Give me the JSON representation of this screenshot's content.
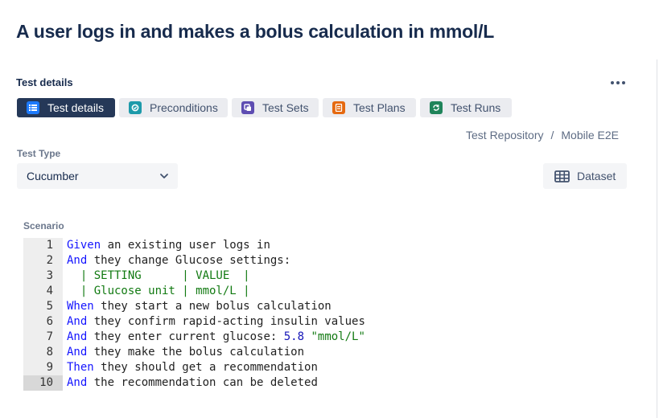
{
  "page": {
    "title": "A user logs in and makes a bolus calculation in mmol/L"
  },
  "section": {
    "title": "Test details",
    "more_icon": "more-horizontal-icon"
  },
  "tabs": [
    {
      "label": "Test details",
      "icon": "list-icon",
      "active": true,
      "color": "#1d7afc"
    },
    {
      "label": "Preconditions",
      "icon": "preconditions-icon",
      "active": false,
      "color": "#1d9aaa"
    },
    {
      "label": "Test Sets",
      "icon": "test-sets-icon",
      "active": false,
      "color": "#5e4db2"
    },
    {
      "label": "Test Plans",
      "icon": "test-plans-icon",
      "active": false,
      "color": "#e56910"
    },
    {
      "label": "Test Runs",
      "icon": "test-runs-icon",
      "active": false,
      "color": "#1f845a"
    }
  ],
  "breadcrumb": {
    "items": [
      "Test Repository",
      "Mobile E2E"
    ],
    "separator": "/"
  },
  "test_type": {
    "label": "Test Type",
    "value": "Cucumber"
  },
  "dataset": {
    "label": "Dataset",
    "icon": "table-grid-icon"
  },
  "scenario": {
    "label": "Scenario",
    "current_line": 10,
    "lines": [
      {
        "n": "1",
        "tokens": [
          {
            "t": "Given",
            "c": "kw"
          },
          {
            "t": " an existing user logs in",
            "c": ""
          }
        ]
      },
      {
        "n": "2",
        "tokens": [
          {
            "t": "And",
            "c": "kw"
          },
          {
            "t": " they change Glucose settings:",
            "c": ""
          }
        ]
      },
      {
        "n": "3",
        "tokens": [
          {
            "t": "  | SETTING      | VALUE  |",
            "c": "tbl"
          }
        ]
      },
      {
        "n": "4",
        "tokens": [
          {
            "t": "  | Glucose unit | mmol/L |",
            "c": "tbl"
          }
        ]
      },
      {
        "n": "5",
        "tokens": [
          {
            "t": "When",
            "c": "kw"
          },
          {
            "t": " they start a new bolus calculation",
            "c": ""
          }
        ]
      },
      {
        "n": "6",
        "tokens": [
          {
            "t": "And",
            "c": "kw"
          },
          {
            "t": " they confirm rapid-acting insulin values",
            "c": ""
          }
        ]
      },
      {
        "n": "7",
        "tokens": [
          {
            "t": "And",
            "c": "kw"
          },
          {
            "t": " they enter current glucose: ",
            "c": ""
          },
          {
            "t": "5.8",
            "c": "num"
          },
          {
            "t": " ",
            "c": ""
          },
          {
            "t": "\"mmol/L\"",
            "c": "str"
          }
        ]
      },
      {
        "n": "8",
        "tokens": [
          {
            "t": "And",
            "c": "kw"
          },
          {
            "t": " they make the bolus calculation",
            "c": ""
          }
        ]
      },
      {
        "n": "9",
        "tokens": [
          {
            "t": "Then",
            "c": "kw"
          },
          {
            "t": " they should get a recommendation",
            "c": ""
          }
        ]
      },
      {
        "n": "10",
        "tokens": [
          {
            "t": "And",
            "c": "kw"
          },
          {
            "t": " the recommendation can be deleted",
            "c": ""
          }
        ]
      }
    ]
  }
}
